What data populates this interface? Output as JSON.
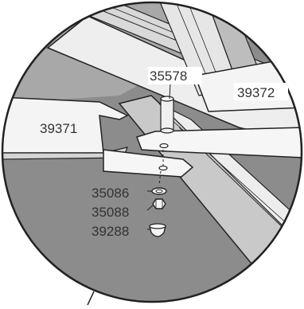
{
  "figure": {
    "parts": {
      "upper_bracket": "39372",
      "left_bracket": "39371",
      "spacer_post": "35578",
      "washer": "35086",
      "nut": "35088",
      "cap_nut": "39288"
    }
  },
  "colors": {
    "background": "#ffffff",
    "circle_outline": "#222222",
    "dark_panel": "#8a8a8a",
    "medium_panel": "#a9a9a9",
    "light_part": "#f2f2f2",
    "label_text": "#333333"
  }
}
